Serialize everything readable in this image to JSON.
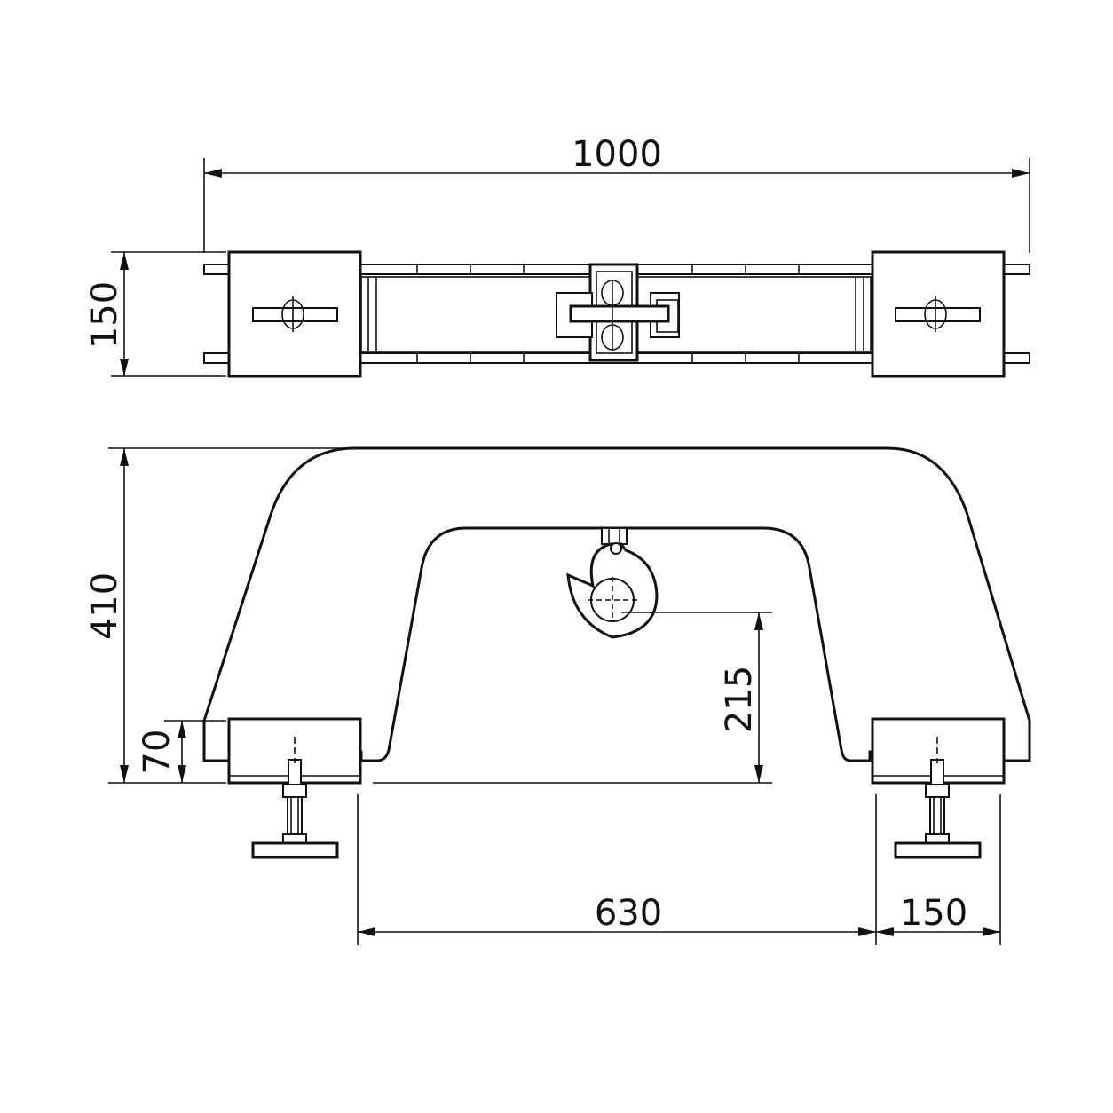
{
  "dimensions": {
    "total_length": "1000",
    "top_depth": "150",
    "overall_height": "410",
    "foot_height": "70",
    "hook_height": "215",
    "inner_span": "630",
    "foot_width": "150"
  },
  "colors": {
    "line": "#111111",
    "background": "#ffffff"
  }
}
